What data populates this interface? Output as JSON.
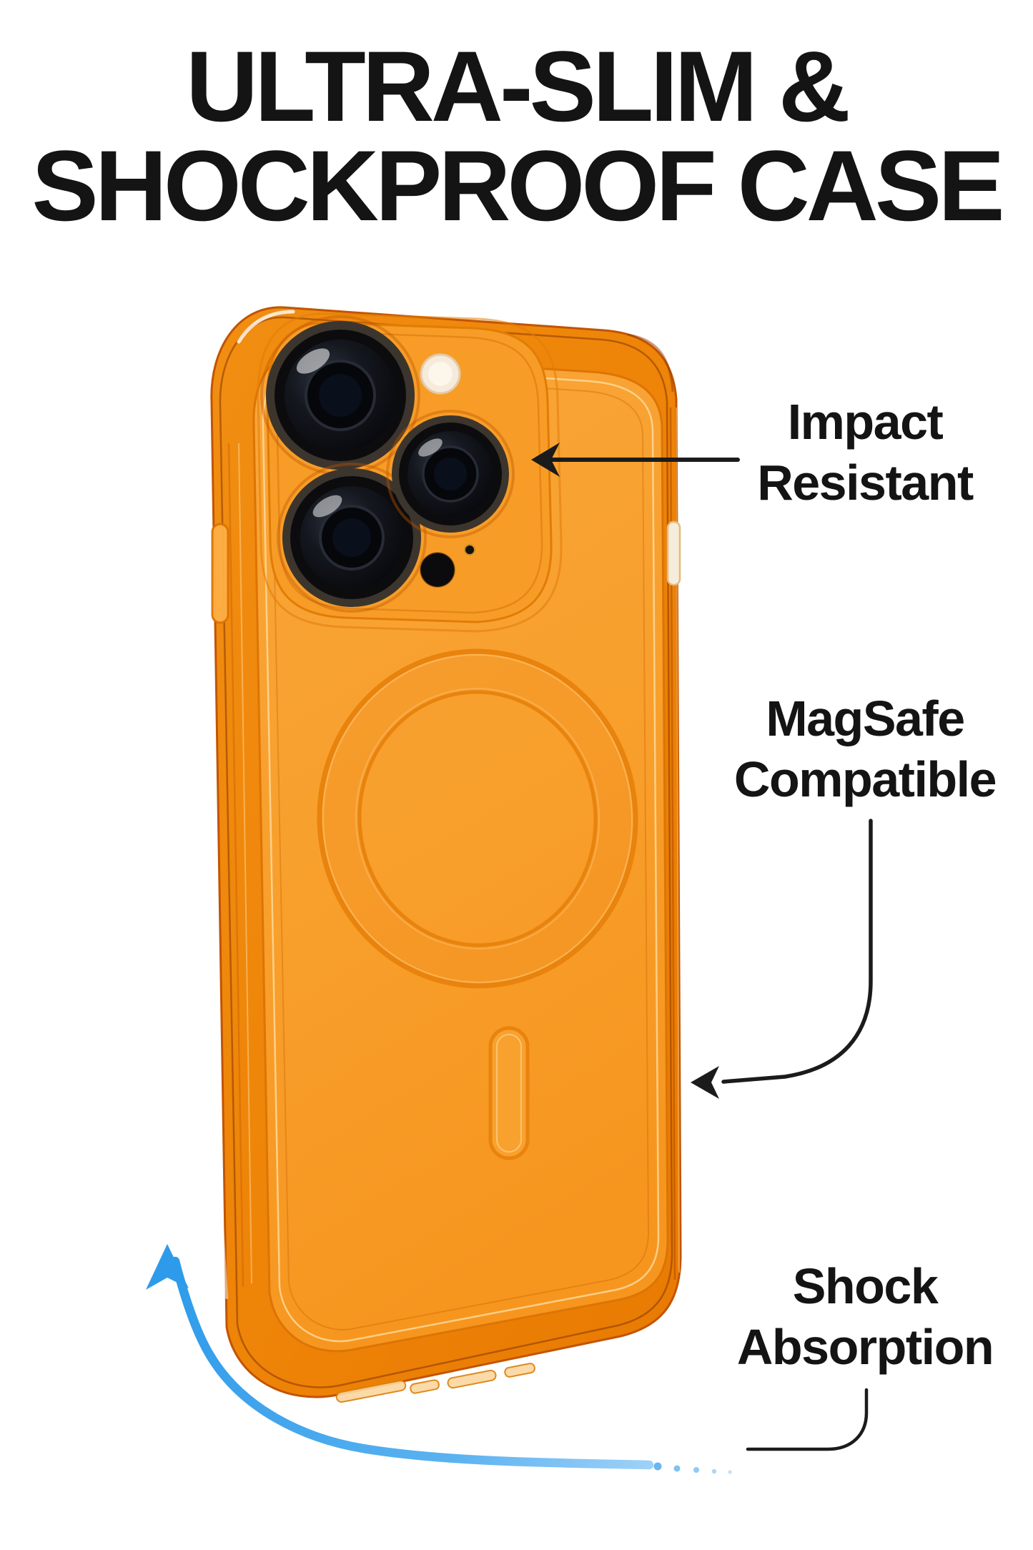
{
  "title": {
    "line1": "ULTRA-SLIM &",
    "line2": "SHOCKPROOF CASE"
  },
  "callouts": [
    {
      "id": "impact-resistant",
      "line1": "Impact",
      "line2": "Resistant"
    },
    {
      "id": "magsafe-compatible",
      "line1": "MagSafe",
      "line2": "Compatible"
    },
    {
      "id": "shock-absorption",
      "line1": "Shock",
      "line2": "Absorption"
    }
  ],
  "colors": {
    "background": "#FFFFFF",
    "text": "#141414",
    "annotation_arrow": "#1B1B1B",
    "shock_arrow_blue": "#2E9BEA",
    "case_orange": "#F79E28",
    "case_edge_orange": "#D96A00"
  }
}
